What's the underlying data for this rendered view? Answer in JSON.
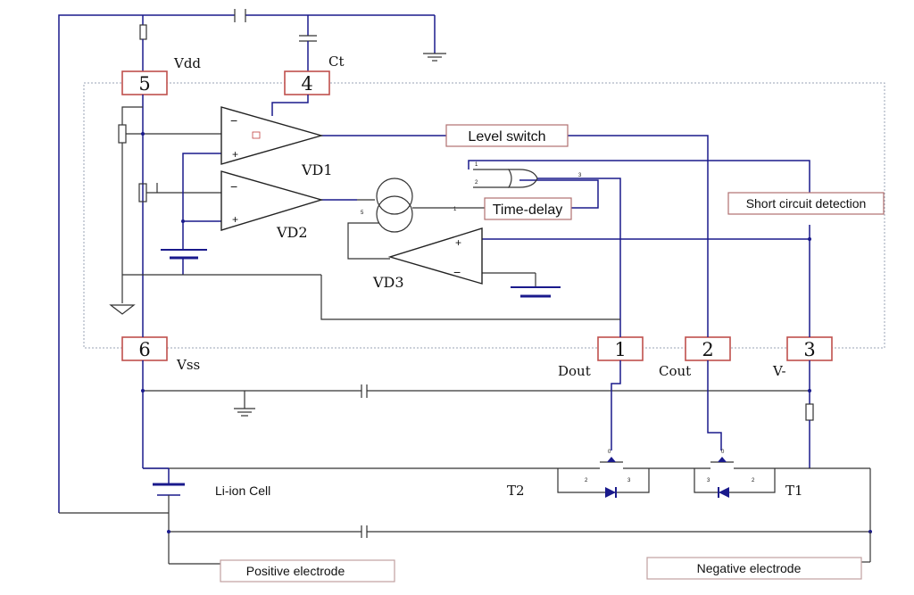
{
  "pins": {
    "p1": "1",
    "p2": "2",
    "p3": "3",
    "p4": "4",
    "p5": "5",
    "p6": "6"
  },
  "pin_labels": {
    "vdd": "Vdd",
    "ct": "Ct",
    "vss": "Vss",
    "dout": "Dout",
    "cout": "Cout",
    "vminus": "V-"
  },
  "components": {
    "vd1": "VD1",
    "vd2": "VD2",
    "vd3": "VD3",
    "t1": "T1",
    "t2": "T2"
  },
  "blocks": {
    "level_switch": "Level switch",
    "time_delay": "Time-delay",
    "short_circuit": "Short circuit detection"
  },
  "cell_label": "Li-ion Cell",
  "electrodes": {
    "positive": "Positive electrode",
    "negative": "Negative electrode"
  }
}
